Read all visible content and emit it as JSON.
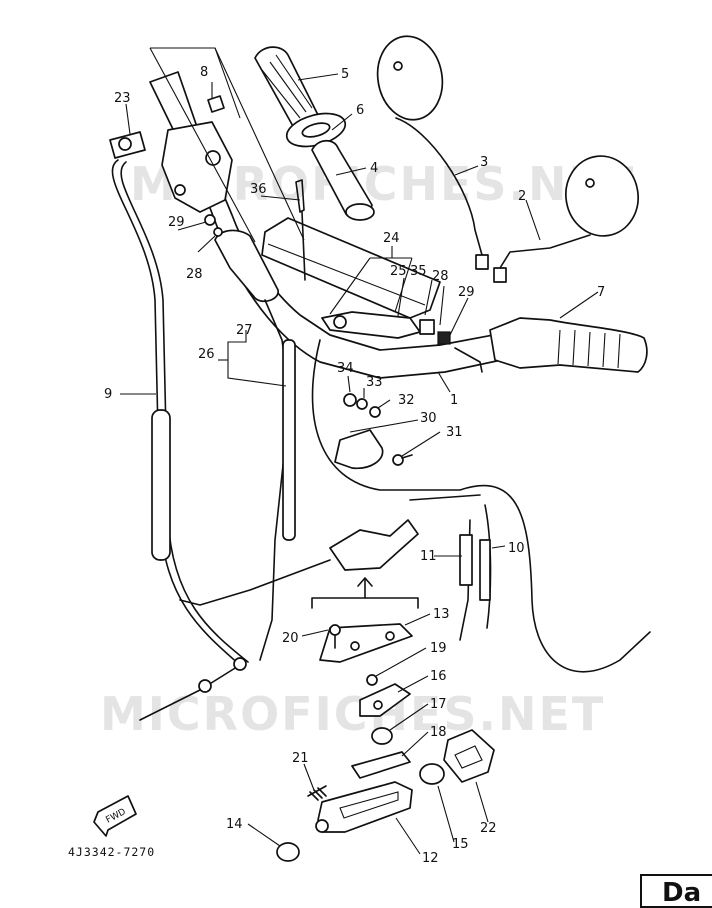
{
  "watermark": "MICROFICHES.NET",
  "diagram_code": "4J3342-7270",
  "fwd_label": "FWD",
  "corner_text": "Da",
  "callouts": {
    "c1": "1",
    "c2": "2",
    "c3": "3",
    "c4": "4",
    "c5": "5",
    "c6": "6",
    "c7": "7",
    "c8": "8",
    "c9": "9",
    "c10": "10",
    "c11": "11",
    "c12": "12",
    "c13": "13",
    "c14": "14",
    "c15": "15",
    "c16": "16",
    "c17": "17",
    "c18": "18",
    "c19": "19",
    "c20": "20",
    "c21": "21",
    "c22": "22",
    "c23": "23",
    "c24": "24",
    "c25": "25",
    "c26": "26",
    "c27": "27",
    "c28a": "28",
    "c28b": "28",
    "c29a": "29",
    "c29b": "29",
    "c30": "30",
    "c31": "31",
    "c32": "32",
    "c33": "33",
    "c34": "34",
    "c35": "35",
    "c36": "36"
  }
}
